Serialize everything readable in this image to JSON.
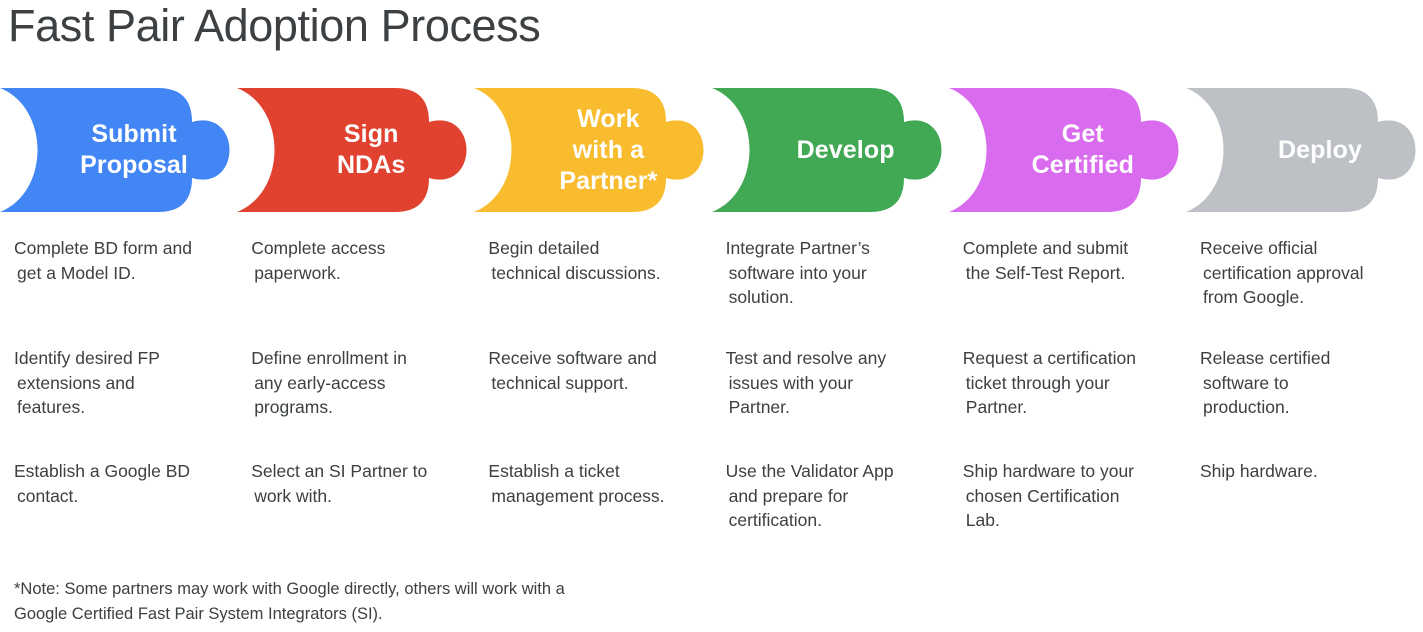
{
  "page": {
    "title": "Fast Pair Adoption Process",
    "background_color": "#ffffff",
    "text_color": "#3c4043"
  },
  "stages": [
    {
      "id": "submit-proposal",
      "label_lines": [
        "Submit",
        "Proposal"
      ],
      "label_full": "Submit Proposal",
      "color": "#4285F4",
      "color_name": "blue",
      "items": [
        {
          "lines": [
            "Complete BD form and",
            "get a Model ID."
          ],
          "text": "Complete BD form and get a Model ID."
        },
        {
          "lines": [
            "Identify desired FP",
            "extensions and",
            "features."
          ],
          "text": "Identify desired FP extensions and features."
        },
        {
          "lines": [
            "Establish a Google BD",
            "contact."
          ],
          "text": "Establish a Google BD contact."
        }
      ]
    },
    {
      "id": "sign-ndas",
      "label_lines": [
        "Sign",
        "NDAs"
      ],
      "label_full": "Sign NDAs",
      "color": "#E0422F",
      "color_name": "red",
      "items": [
        {
          "lines": [
            "Complete access",
            "paperwork."
          ],
          "text": "Complete access paperwork."
        },
        {
          "lines": [
            "Define enrollment in",
            "any early-access",
            "programs."
          ],
          "text": "Define enrollment in any early-access programs."
        },
        {
          "lines": [
            "Select an SI Partner to",
            "work with."
          ],
          "text": "Select an SI Partner to work with."
        }
      ]
    },
    {
      "id": "work-with-a-partner",
      "label_lines": [
        "Work",
        "with a",
        "Partner*"
      ],
      "label_full": "Work with a Partner*",
      "color": "#F9BC2E",
      "color_name": "yellow",
      "items": [
        {
          "lines": [
            "Begin detailed",
            "technical discussions."
          ],
          "text": "Begin detailed technical discussions."
        },
        {
          "lines": [
            "Receive software and",
            "technical support."
          ],
          "text": "Receive software and technical support."
        },
        {
          "lines": [
            "Establish a ticket",
            "management process."
          ],
          "text": "Establish a ticket management process."
        }
      ]
    },
    {
      "id": "develop",
      "label_lines": [
        "Develop"
      ],
      "label_full": "Develop",
      "color": "#41A854",
      "color_name": "green",
      "items": [
        {
          "lines": [
            "Integrate Partner’s",
            "software into your",
            "solution."
          ],
          "text": "Integrate Partner’s software into your solution."
        },
        {
          "lines": [
            "Test and resolve any",
            "issues with your",
            "Partner."
          ],
          "text": "Test and resolve any issues with your Partner."
        },
        {
          "lines": [
            "Use the Validator App",
            "and prepare for",
            "certification."
          ],
          "text": "Use the Validator App and prepare for certification."
        }
      ]
    },
    {
      "id": "get-certified",
      "label_lines": [
        "Get",
        "Certified"
      ],
      "label_full": "Get Certified",
      "color": "#D96BEE",
      "color_name": "magenta",
      "items": [
        {
          "lines": [
            "Complete and submit",
            "the Self-Test Report."
          ],
          "text": "Complete and submit the Self-Test Report."
        },
        {
          "lines": [
            "Request a certification",
            "ticket through your",
            "Partner."
          ],
          "text": "Request a certification ticket through your Partner."
        },
        {
          "lines": [
            "Ship hardware to your",
            "chosen Certification",
            "Lab."
          ],
          "text": "Ship hardware to your chosen Certification Lab."
        }
      ]
    },
    {
      "id": "deploy",
      "label_lines": [
        "Deploy"
      ],
      "label_full": "Deploy",
      "color": "#BDC1C6",
      "color_name": "gray",
      "items": [
        {
          "lines": [
            "Receive official",
            "certification approval",
            "from Google."
          ],
          "text": "Receive official certification approval from Google."
        },
        {
          "lines": [
            "Release certified",
            "software to",
            "production."
          ],
          "text": "Release certified software to production."
        },
        {
          "lines": [
            "Ship hardware."
          ],
          "text": "Ship hardware."
        }
      ]
    }
  ],
  "footnote": {
    "lines": [
      "*Note: Some partners may work with Google directly, others will work with a",
      "Google Certified Fast Pair System Integrators (SI)."
    ],
    "text": "*Note: Some partners may work with Google directly, others will work with a Google Certified Fast Pair System Integrators (SI)."
  }
}
